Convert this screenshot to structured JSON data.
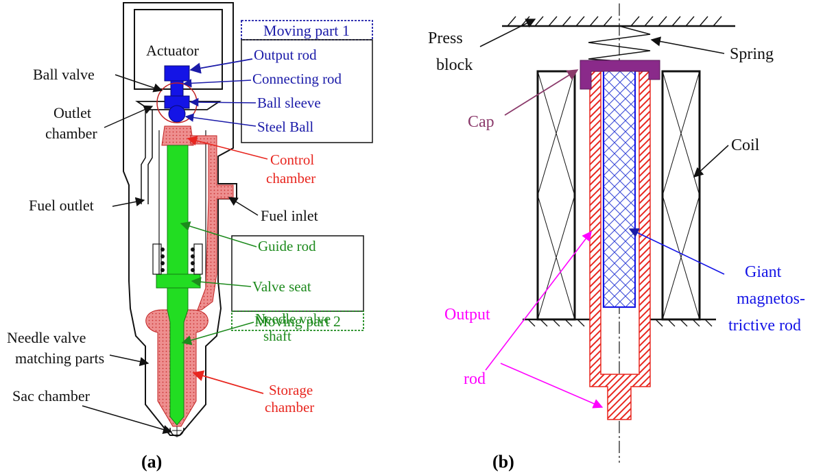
{
  "colors": {
    "black": "#111111",
    "blue": "#1a1aa8",
    "green": "#1d8a1d",
    "red": "#e8261f",
    "magenta": "#ff00ff",
    "purple": "#8a2a8a",
    "cap_label": "#8b3a6b",
    "fill_green": "#22dd22",
    "fill_blue": "#1414e6",
    "fill_red": "#ee9a9a"
  },
  "panel_a": {
    "caption": "(a)",
    "box1_title": "Moving part 1",
    "box2_title": "Moving part 2",
    "labels": {
      "actuator": "Actuator",
      "output_rod": "Output rod",
      "connecting_rod": "Connecting rod",
      "ball_sleeve": "Ball sleeve",
      "steel_ball": "Steel Ball",
      "ball_valve": "Ball valve",
      "outlet_chamber_1": "Outlet",
      "outlet_chamber_2": "chamber",
      "control_chamber_1": "Control",
      "control_chamber_2": "chamber",
      "fuel_outlet": "Fuel outlet",
      "fuel_inlet": "Fuel inlet",
      "guide_rod": "Guide rod",
      "valve_seat": "Valve seat",
      "needle_shaft_1": "Needle valve",
      "needle_shaft_2": "shaft",
      "matching_1": "Needle valve",
      "matching_2": "matching parts",
      "storage_1": "Storage",
      "storage_2": "chamber",
      "sac_chamber": "Sac chamber"
    }
  },
  "panel_b": {
    "caption": "(b)",
    "labels": {
      "press_1": "Press",
      "press_2": "block",
      "spring": "Spring",
      "cap": "Cap",
      "coil": "Coil",
      "gmr_1": "Giant",
      "gmr_2": "magnetos-",
      "gmr_3": "trictive rod",
      "output_1": "Output",
      "output_2": "rod"
    }
  }
}
